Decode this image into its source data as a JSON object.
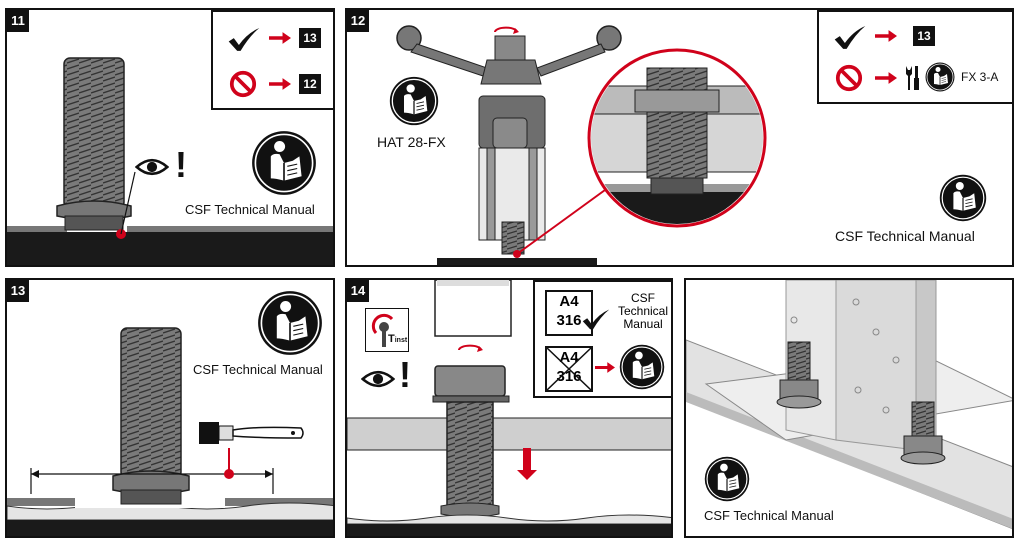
{
  "panels": [
    {
      "step": "11",
      "manual_label": "CSF Technical Manual",
      "ok_target": "13",
      "no_target": "12"
    },
    {
      "step": "12",
      "tool_label": "HAT 28-FX",
      "manual_label": "CSF Technical Manual",
      "ok_target": "13",
      "no_target": "FX 3-A"
    },
    {
      "step": "13",
      "manual_label": "CSF Technical Manual"
    },
    {
      "step": "14",
      "torque_label": "T",
      "torque_sub": "inst",
      "grade_top": "A4",
      "grade_bottom": "316",
      "manual_label_line1": "CSF",
      "manual_label_line2": "Technical",
      "manual_label_line3": "Manual"
    },
    {
      "step": "",
      "manual_label": "CSF Technical Manual"
    }
  ],
  "colors": {
    "accent": "#d0021b",
    "ink": "#111111",
    "steel": "#6e6e6e",
    "ground": "#1a1a1a"
  },
  "icons": [
    "check-icon",
    "prohibited-icon",
    "arrow-right-icon",
    "eye-icon",
    "exclamation-icon",
    "read-manual-icon",
    "wrench-screwdriver-icon",
    "brush-icon",
    "torque-wrench-icon",
    "rotate-icon"
  ]
}
